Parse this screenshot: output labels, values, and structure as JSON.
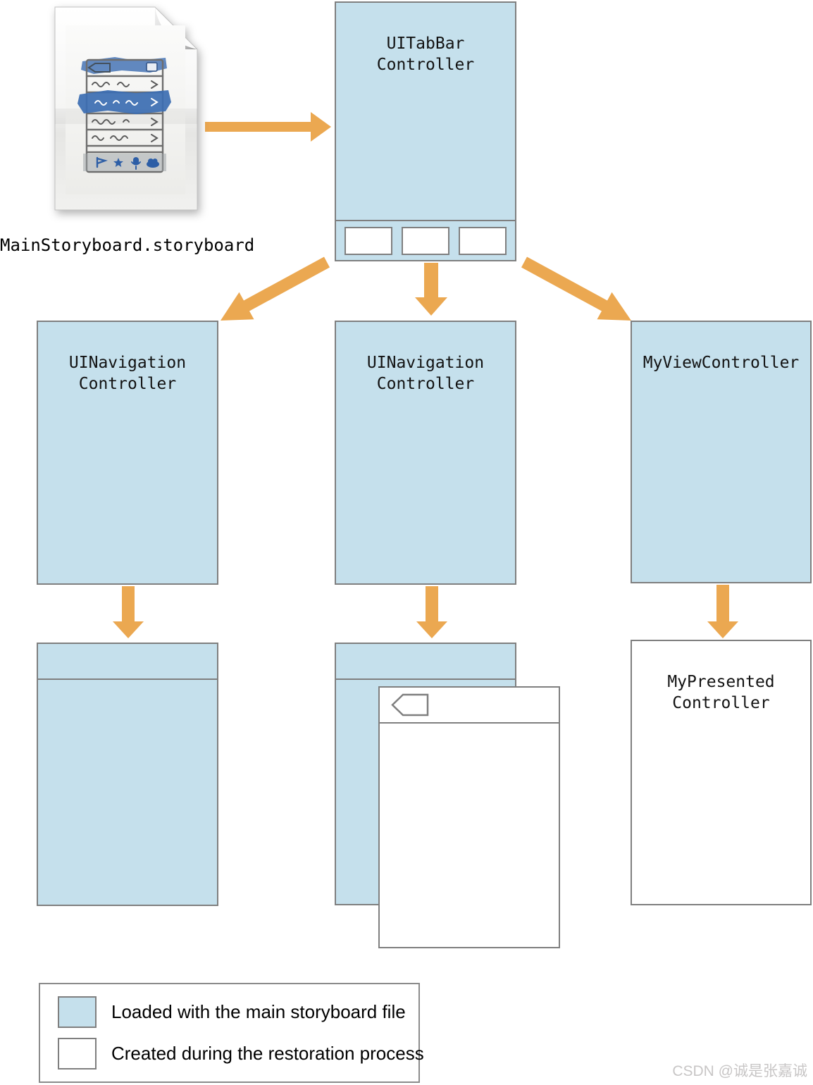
{
  "file": {
    "label": "MainStoryboard.storyboard",
    "icon": "storyboard-document-icon"
  },
  "nodes": {
    "tabbar": {
      "title": "UITabBar\nController",
      "fill": "storyboard_blue",
      "tab_slots": 3
    },
    "nav_left": {
      "title": "UINavigation\nController",
      "fill": "storyboard_blue"
    },
    "nav_center": {
      "title": "UINavigation\nController",
      "fill": "storyboard_blue"
    },
    "my_view": {
      "title": "MyViewController",
      "fill": "storyboard_blue"
    },
    "nav_left_content": {
      "title": "",
      "fill": "storyboard_blue",
      "has_header_strip": true
    },
    "nav_center_content": {
      "title": "",
      "fill": "storyboard_blue",
      "has_header_strip": true
    },
    "detail_overlay": {
      "title": "",
      "fill": "restored_white",
      "has_header_strip": true,
      "header_icon": "back-button-outline-icon"
    },
    "my_presented": {
      "title": "MyPresented\nController",
      "fill": "restored_white"
    }
  },
  "legend": {
    "items": [
      {
        "swatch": "storyboard_blue",
        "label": "Loaded with the main storyboard file"
      },
      {
        "swatch": "restored_white",
        "label": "Created during the restoration process"
      }
    ]
  },
  "watermark": "CSDN @诚是张嘉诚",
  "colors": {
    "storyboard_blue": "#c5e0ec",
    "restored_white": "#ffffff",
    "arrow_orange": "#eba851",
    "border_gray": "#7f7f7f"
  }
}
